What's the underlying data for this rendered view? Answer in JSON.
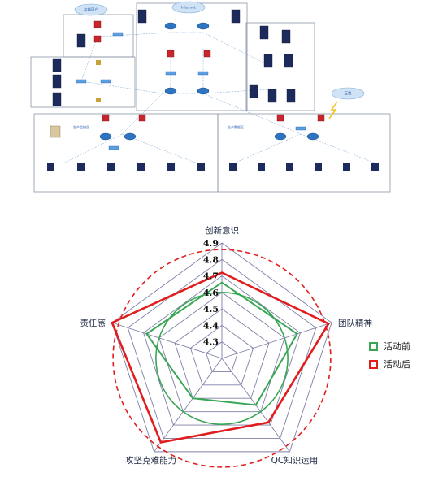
{
  "network_diagram": {
    "clouds": [
      "高端用户",
      "Internet",
      "互联"
    ],
    "zones": [
      "生产监控区",
      "生产数据区"
    ]
  },
  "chart_data": {
    "type": "radar",
    "title": "",
    "axes": [
      "创新意识",
      "团队精神",
      "QC知识运用",
      "攻坚克难能力",
      "责任感"
    ],
    "rlim": [
      4.2,
      4.9
    ],
    "ticks": [
      "4.3",
      "4.4",
      "4.5",
      "4.6",
      "4.7",
      "4.8",
      "4.9"
    ],
    "series": [
      {
        "name": "活动前",
        "color": "#3aa655",
        "values": [
          4.66,
          4.68,
          4.55,
          4.5,
          4.68
        ]
      },
      {
        "name": "活动后",
        "color": "#e11d1d",
        "values": [
          4.72,
          4.88,
          4.68,
          4.83,
          4.9
        ]
      }
    ],
    "reference_circles": [
      {
        "value": 4.6,
        "color": "#3aa655",
        "style": "solid"
      },
      {
        "value": 4.86,
        "color": "#e11d1d",
        "style": "dashed"
      }
    ],
    "legend_position": "right"
  }
}
